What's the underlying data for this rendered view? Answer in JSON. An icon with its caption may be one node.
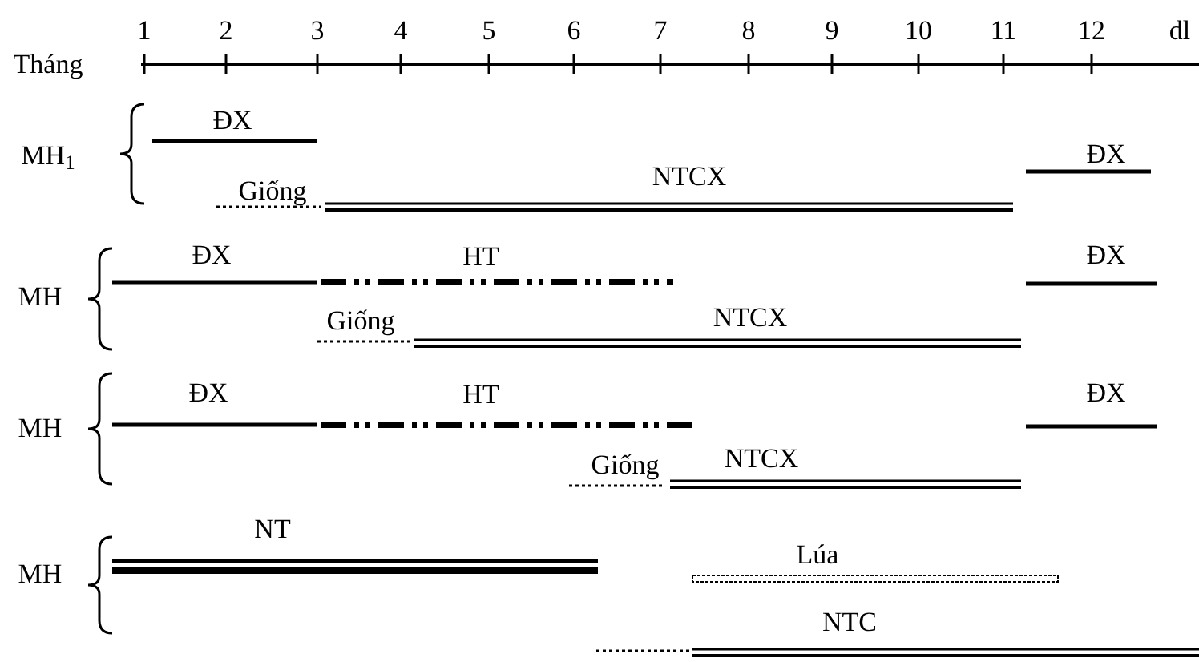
{
  "diagram": {
    "labels": [
      "Tháng",
      "1",
      "2",
      "3",
      "4",
      "5",
      "6",
      "7",
      "8",
      "9",
      "10",
      "11",
      "12",
      "dl",
      "ĐX",
      "MH$_{1}$",
      "ĐX",
      "NTCX",
      "Giống",
      "ĐX",
      "HT",
      "ĐX",
      "MH",
      "Giống",
      "NTCX",
      "ĐX",
      "HT",
      "ĐX",
      "MH",
      "NTCX",
      "Giống",
      "NT",
      "Lúa",
      "MH",
      "NTC"
    ]
  }
}
